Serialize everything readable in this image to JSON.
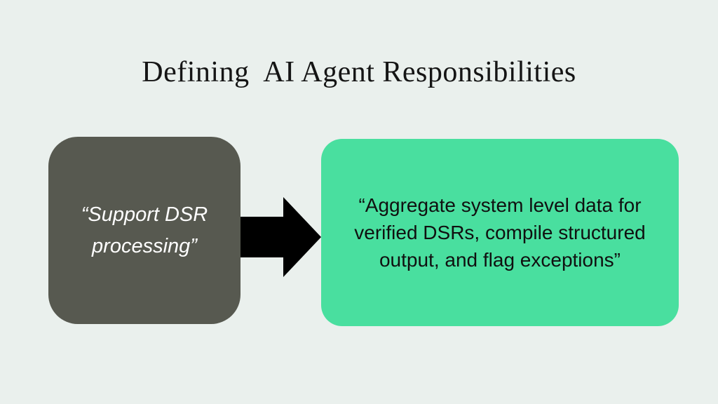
{
  "background_color": "#EAF0ED",
  "title": {
    "text": "Defining  AI Agent Responsibilities",
    "color": "#151515"
  },
  "diagram": {
    "left_box": {
      "label": "“Support DSR processing”",
      "bg_color": "#575950",
      "text_color": "#FFFFFF"
    },
    "arrow": {
      "direction": "right",
      "color": "#000000"
    },
    "right_box": {
      "label": "“Aggregate system level data for verified DSRs, compile structured output, and flag exceptions”",
      "bg_color": "#49DF9F",
      "text_color": "#101010"
    }
  }
}
